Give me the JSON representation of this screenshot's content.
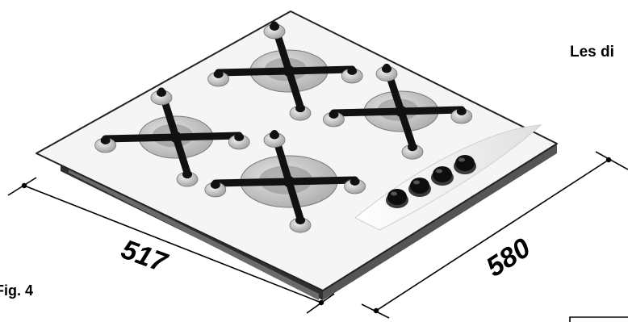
{
  "side_text": "Les di",
  "figure_label": "Fig. 4",
  "dimensions": {
    "width": "517",
    "depth": "580"
  },
  "knob_count": 4,
  "colors": {
    "glass_top": "#f4f4f4",
    "frame": "#3a3a3a",
    "burner_cap": "#c8c8c8",
    "burner_ring": "#bdbdbd",
    "grate": "#111111",
    "knob": "#0d0d0d"
  }
}
